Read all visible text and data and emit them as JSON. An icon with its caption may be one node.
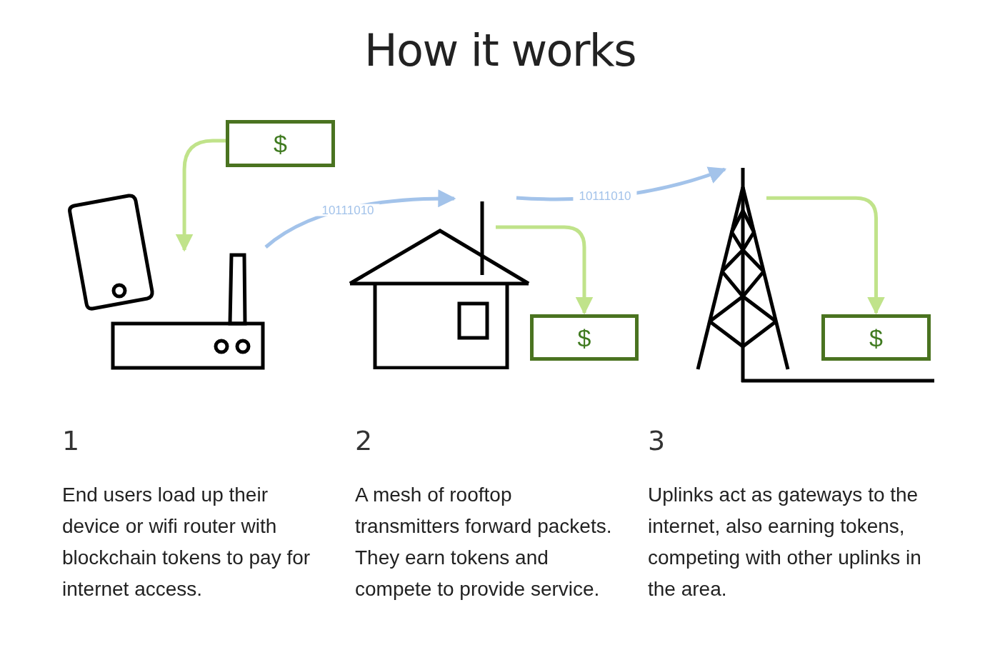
{
  "diagram": {
    "title": "How it works",
    "nodes": [
      {
        "text": [
          "$"
        ]
      },
      {
        "text": [],
        "shape": "picture"
      },
      {
        "text": [],
        "shape": "picture"
      },
      {
        "text": [
          "$"
        ]
      },
      {
        "text": [],
        "shape": "picture"
      },
      {
        "text": [
          "$"
        ]
      }
    ],
    "edges": [
      {
        "from": 0,
        "to": 1,
        "arrow": "to"
      },
      {
        "from": 1,
        "to": 2,
        "arrow": "to",
        "label": "10111010",
        "color": "#a3c3ea"
      },
      {
        "from": 2,
        "to": 3,
        "arrow": "to"
      },
      {
        "from": 2,
        "to": 4,
        "arrow": "to",
        "label": "10111010",
        "color": "#a3c3ea"
      },
      {
        "from": 4,
        "to": 5,
        "arrow": "to"
      }
    ],
    "labels": [
      "1",
      "End users load up their device or wifi router with blockchain tokens to pay for internet access.",
      "2",
      "A mesh of rooftop transmitters forward packets. They earn tokens and compete to provide service.",
      "3",
      "Uplinks act as gateways to the internet, also earning tokens, competing with other uplinks in the area."
    ]
  }
}
